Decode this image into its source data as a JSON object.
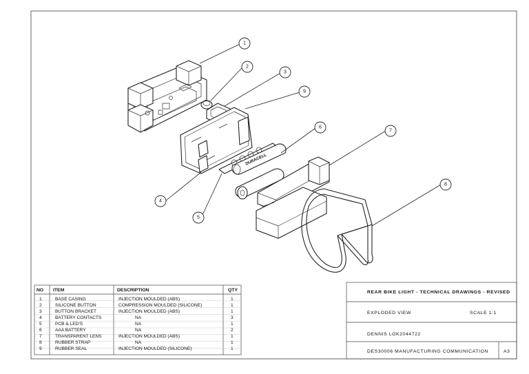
{
  "balloons": [
    {
      "id": "1"
    },
    {
      "id": "2"
    },
    {
      "id": "3"
    },
    {
      "id": "9"
    },
    {
      "id": "6"
    },
    {
      "id": "7"
    },
    {
      "id": "8"
    },
    {
      "id": "4"
    },
    {
      "id": "5"
    }
  ],
  "battery_label": "DURACELL",
  "bom": {
    "headers": {
      "no": "NO",
      "item": "ITEM",
      "description": "DESCRIPTION",
      "qty": "QTY"
    },
    "rows": [
      {
        "no": "1",
        "item": "BASE CASING",
        "description": "INJECTION MOULDED (ABS)",
        "qty": "1"
      },
      {
        "no": "2",
        "item": "SILICONE BUTTON",
        "description": "COMPRESSION MOULDED (SILICONE)",
        "qty": "1"
      },
      {
        "no": "3",
        "item": "BUTTON BRACKET",
        "description": "INJECTION MOULDED (ABS)",
        "qty": "1"
      },
      {
        "no": "4",
        "item": "BATTERY CONTACTS",
        "description": "NA",
        "qty": "3"
      },
      {
        "no": "5",
        "item": "PCB & LED'S",
        "description": "NA",
        "qty": "1"
      },
      {
        "no": "6",
        "item": "AAA BATTERY",
        "description": "NA",
        "qty": "2"
      },
      {
        "no": "7",
        "item": "TRANSPARENT LENS",
        "description": "INJECTION MOULDED (ABS)",
        "qty": "1"
      },
      {
        "no": "8",
        "item": "RUBBER STRAP",
        "description": "NA",
        "qty": "1"
      },
      {
        "no": "9",
        "item": "RUBBER SEAL",
        "description": "INJECTION MOULDED (SILICONE)",
        "qty": "1"
      }
    ]
  },
  "title_block": {
    "title": "REAR BIKE LIGHT - TECHNICAL DRAWINGS - REVISED",
    "view": "EXPLODED VIEW",
    "scale": "SCALE 1:1",
    "author": "DENNIS LOK2044722",
    "course": "DES30006 MANUFACTURING COMMUNICATION",
    "sheet_size": "A3"
  }
}
